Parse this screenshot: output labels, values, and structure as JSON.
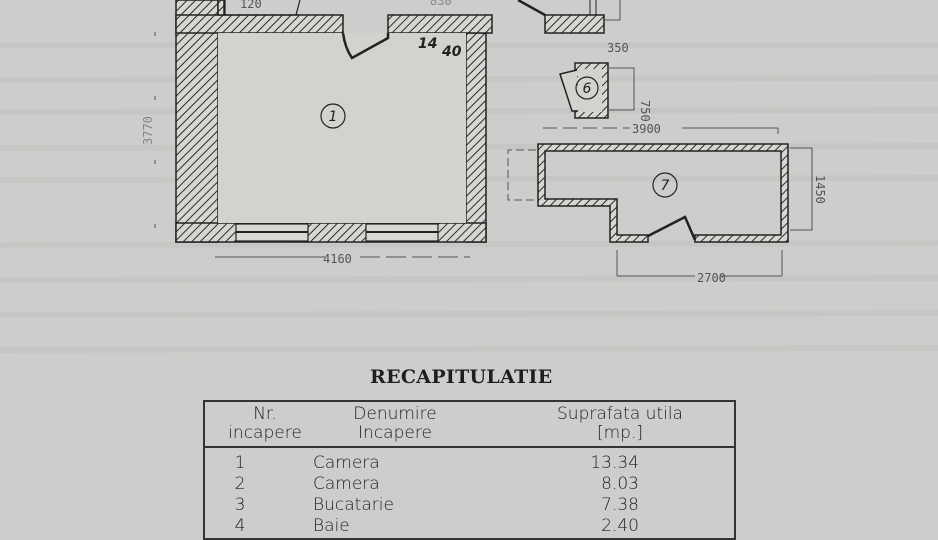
{
  "plan": {
    "dimensions": {
      "d4160": "4160",
      "d3900": "3900",
      "d2700": "2700",
      "d350": "350",
      "d750": "750",
      "d1450": "1450",
      "d3770": "3770",
      "d830": "830",
      "d120": "120",
      "d14": "14",
      "d40": "40"
    },
    "rooms": {
      "r1": "1",
      "r6": "6",
      "r7": "7"
    }
  },
  "summary": {
    "title": "RECAPITULATIE",
    "headers": {
      "nr_line1": "Nr.",
      "nr_line2": "incapere",
      "name_line1": "Denumire",
      "name_line2": "Incapere",
      "area_line1": "Suprafata utila",
      "area_line2": "[mp.]"
    },
    "rows": [
      {
        "nr": "1",
        "name": "Camera",
        "area": "13.34"
      },
      {
        "nr": "2",
        "name": "Camera",
        "area": "8.03"
      },
      {
        "nr": "3",
        "name": "Bucatarie",
        "area": "7.38"
      },
      {
        "nr": "4",
        "name": "Baie",
        "area": "2.40"
      }
    ]
  }
}
